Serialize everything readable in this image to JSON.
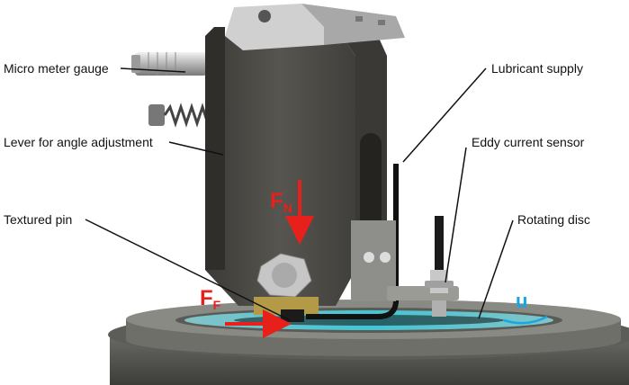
{
  "labels": {
    "micrometer": "Micro meter gauge",
    "lever": "Lever for angle adjustment",
    "pin": "Textured pin",
    "lubricant": "Lubricant supply",
    "eddy": "Eddy current sensor",
    "disc": "Rotating disc"
  },
  "forces": {
    "normal_main": "F",
    "normal_sub": "N",
    "friction_main": "F",
    "friction_sub": "F",
    "velocity": "u"
  },
  "colors": {
    "force_arrow": "#e8201c",
    "velocity": "#1aa6e0",
    "metal_dark": "#4a4843",
    "fluid": "#37d6e6"
  }
}
